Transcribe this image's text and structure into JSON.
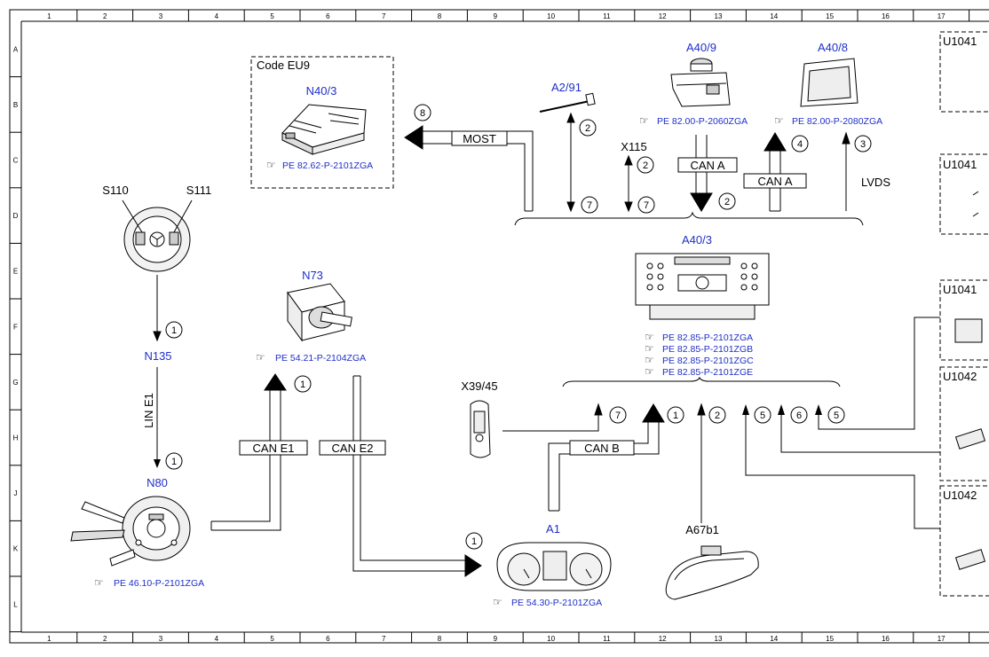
{
  "grid": {
    "columns": [
      "1",
      "2",
      "3",
      "4",
      "5",
      "6",
      "7",
      "8",
      "9",
      "10",
      "11",
      "12",
      "13",
      "14",
      "15",
      "16",
      "17"
    ],
    "rows": [
      "A",
      "B",
      "C",
      "D",
      "E",
      "F",
      "G",
      "H",
      "J",
      "K",
      "L"
    ]
  },
  "codebox": {
    "label": "Code EU9"
  },
  "components": {
    "n40_3": {
      "id": "N40/3",
      "ref": "PE 82.62-P-2101ZGA"
    },
    "a2_91": {
      "id": "A2/91"
    },
    "a40_9": {
      "id": "A40/9",
      "ref": "PE 82.00-P-2060ZGA"
    },
    "a40_8": {
      "id": "A40/8",
      "ref": "PE 82.00-P-2080ZGA"
    },
    "x115": {
      "id": "X115"
    },
    "s110": {
      "id": "S110"
    },
    "s111": {
      "id": "S111"
    },
    "n135": {
      "id": "N135"
    },
    "n73": {
      "id": "N73",
      "ref": "PE 54.21-P-2104ZGA"
    },
    "a40_3": {
      "id": "A40/3",
      "refs": [
        "PE 82.85-P-2101ZGA",
        "PE 82.85-P-2101ZGB",
        "PE 82.85-P-2101ZGC",
        "PE 82.85-P-2101ZGE"
      ]
    },
    "x39_45": {
      "id": "X39/45"
    },
    "n80": {
      "id": "N80",
      "ref": "PE 46.10-P-2101ZGA"
    },
    "a1": {
      "id": "A1",
      "ref": "PE 54.30-P-2101ZGA"
    },
    "a67b1": {
      "id": "A67b1"
    },
    "u_labels": [
      "U1041",
      "U1041",
      "U1041",
      "U1042",
      "U1042"
    ]
  },
  "buses": {
    "most": "MOST",
    "can_a_1": "CAN A",
    "can_a_2": "CAN A",
    "lvds": "LVDS",
    "line_e1": "LIN E1",
    "can_e1": "CAN E1",
    "can_e2": "CAN E2",
    "can_b": "CAN B"
  },
  "signals": {
    "s8": "8",
    "a291_2": "2",
    "a291_7": "7",
    "x115_2": "2",
    "x115_7": "7",
    "cana_2": "2",
    "cana_4": "4",
    "lvds_3": "3",
    "n135_top": "1",
    "n135_bot": "1",
    "n73_1": "1",
    "a1_1": "1",
    "g7": "7",
    "g1": "1",
    "g2": "2",
    "g5a": "5",
    "g6": "6",
    "g5b": "5"
  },
  "ref_icon": "pointing-hand-icon"
}
